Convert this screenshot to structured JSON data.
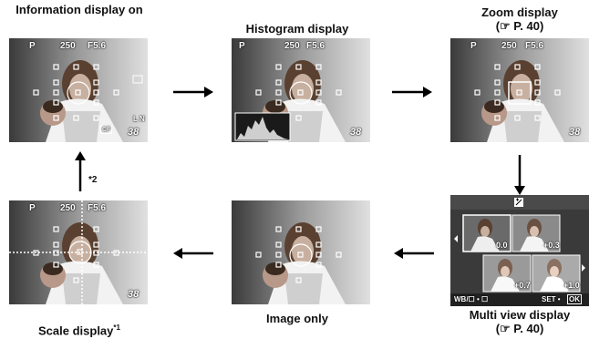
{
  "captions": {
    "info": "Information display on",
    "histogram": "Histogram display",
    "zoom_title": "Zoom display",
    "zoom_ref": "(☞ P. 40)",
    "multi_title": "Multi view display",
    "multi_ref": "(☞ P. 40)",
    "image_only": "Image only",
    "scale": "Scale display",
    "scale_note": "*1"
  },
  "osd": {
    "mode": "P",
    "shutter": "250",
    "aperture": "F5.6",
    "shots": "38",
    "card": "CF",
    "quality": "L N"
  },
  "multi_view": {
    "header_icon": "exposure-compensation-icon",
    "values": [
      "0.0",
      "+0.3",
      "+0.7",
      "+1.0"
    ],
    "footer_left": "WB/☐ • ☐",
    "footer_right_set": "SET •",
    "footer_right_ok": "OK"
  },
  "arrow_note": "*2",
  "colors": {
    "screen_dark": "#2a2a2a",
    "screen_light": "#d8d8d8",
    "osd_text": "#ffffff"
  }
}
